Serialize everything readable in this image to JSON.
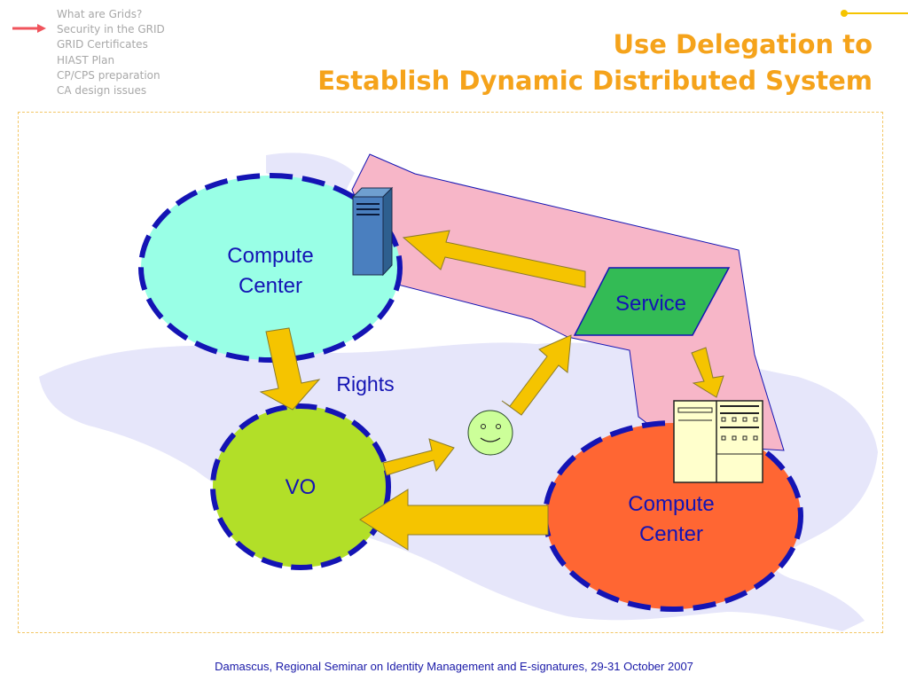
{
  "agenda": {
    "items": [
      "What are Grids?",
      "Security in the GRID",
      "GRID Certificates",
      "HIAST Plan",
      "CP/CPS preparation",
      "CA design issues"
    ],
    "current_index": 1
  },
  "title": {
    "line1": "Use Delegation to",
    "line2": "Establish Dynamic Distributed System"
  },
  "diagram": {
    "compute_center_top": {
      "line1": "Compute",
      "line2": "Center"
    },
    "compute_center_bottom": {
      "line1": "Compute",
      "line2": "Center"
    },
    "vo_label": "VO",
    "service_label": "Service",
    "rights_label": "Rights"
  },
  "footer": {
    "text": "Damascus, Regional Seminar on Identity Management and E-signatures, 29-31 October 2007"
  },
  "colors": {
    "title": "#f5a31b",
    "agenda_text": "#a8a8a8",
    "current_marker": "#f0545c",
    "compute_center_top_fill": "#99ffe6",
    "compute_center_bottom_fill": "#ff6633",
    "vo_fill": "#b2df28",
    "service_fill": "#33bb55",
    "arrow_fill": "#f5c400",
    "dashed_border": "#1414b4",
    "delegation_region": "#f7b6c8",
    "footer_text": "#1a1aa8"
  }
}
